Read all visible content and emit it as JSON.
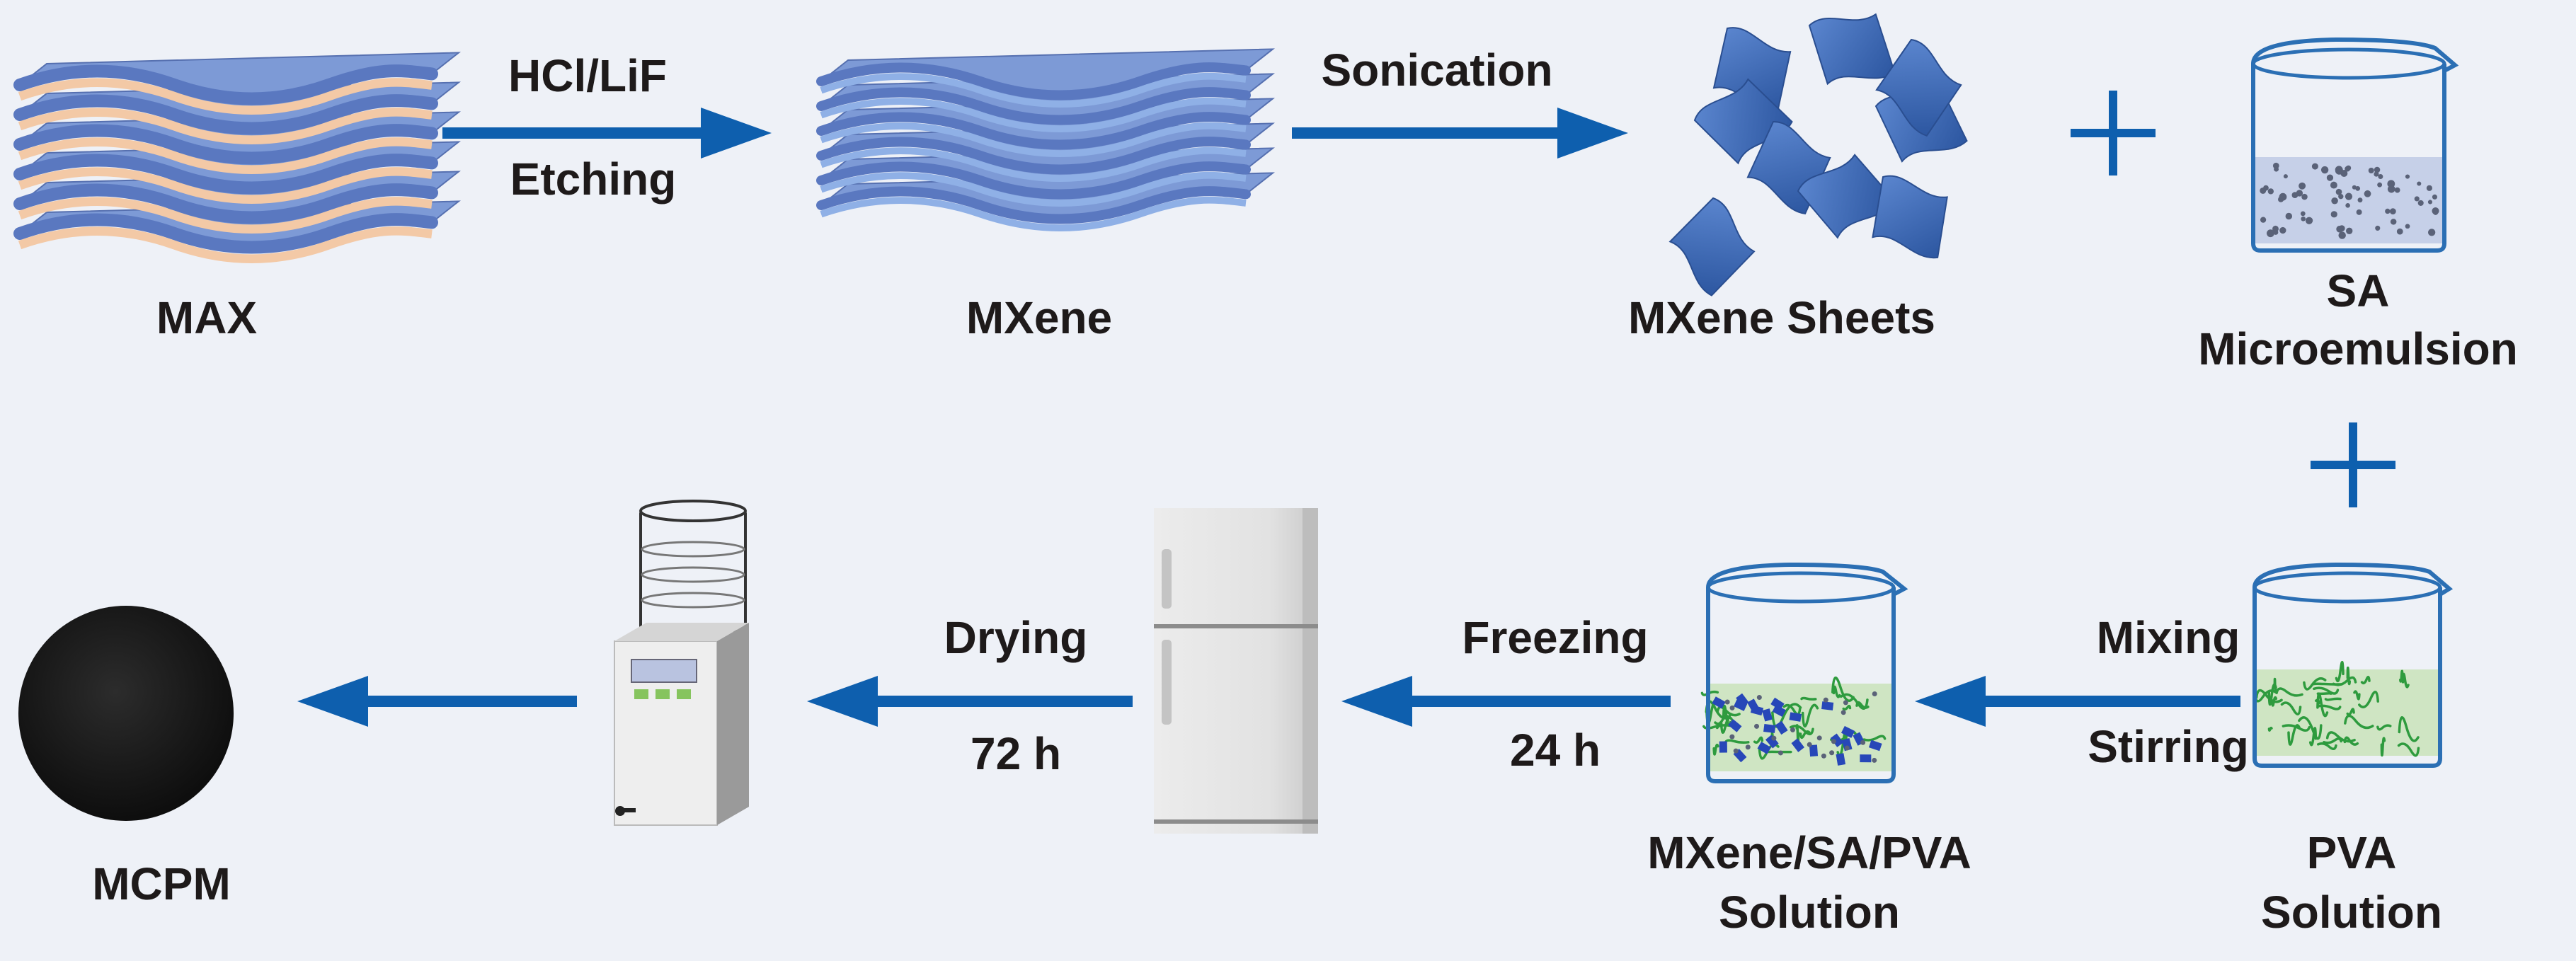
{
  "colors": {
    "arrow": "#0e5fae",
    "background": "#eef1f7",
    "text": "#1e1a1a",
    "mxene_layer": "#6c8ed1",
    "max_interlayer": "#f3c9a6",
    "sheet": "#3f6fbd",
    "beaker_outline": "#2b6fb4",
    "sa_liquid": "#c6d0e8",
    "pva_liquid": "#cfe5c3",
    "fiber": "#2e9b3e",
    "mcpm": "#141414"
  },
  "labels": {
    "max": "MAX",
    "mxene": "MXene",
    "mxene_sheets": "MXene Sheets",
    "sa_line1": "SA",
    "sa_line2": "Microemulsion",
    "pva_line1": "PVA",
    "pva_line2": "Solution",
    "mix_line1": "MXene/SA/PVA",
    "mix_line2": "Solution",
    "mcpm": "MCPM"
  },
  "steps": {
    "etch_top": "HCl/LiF",
    "etch_bottom": "Etching",
    "sonication": "Sonication",
    "mixing": "Mixing",
    "stirring": "Stirring",
    "freezing": "Freezing",
    "freezing_time": "24 h",
    "drying": "Drying",
    "drying_time": "72 h"
  },
  "plus_icons": [
    "plus-icon",
    "plus-icon"
  ]
}
